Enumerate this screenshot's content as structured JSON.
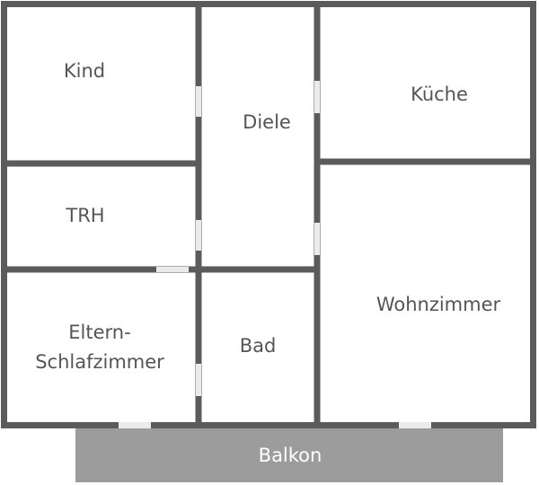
{
  "colors": {
    "wall": "#5b5b5b",
    "door_gap": "#ebebeb",
    "balcony_fill": "#9c9c9c",
    "label_text": "#555555",
    "balcony_text": "#ffffff",
    "background": "#ffffff"
  },
  "rooms": {
    "kind": "Kind",
    "diele": "Diele",
    "kueche": "Küche",
    "trh": "TRH",
    "wohnzimmer": "Wohnzimmer",
    "eltern_line1": "Eltern-",
    "eltern_line2": "Schlafzimmer",
    "bad": "Bad",
    "balkon": "Balkon"
  }
}
